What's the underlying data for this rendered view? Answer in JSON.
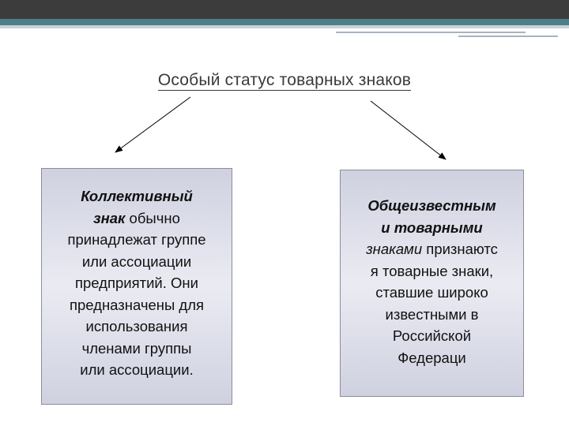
{
  "title": "Особый статус товарных знаков",
  "left_box": {
    "lines": [
      [
        {
          "text": "Коллективный",
          "style": "bi"
        }
      ],
      [
        {
          "text": "знак",
          "style": "bi"
        },
        {
          "text": " обычно",
          "style": "n"
        }
      ],
      [
        {
          "text": "принадлежат группе",
          "style": "n"
        }
      ],
      [
        {
          "text": "или ассоциации",
          "style": "n"
        }
      ],
      [
        {
          "text": "предприятий. Они",
          "style": "n"
        }
      ],
      [
        {
          "text": "предназначены для",
          "style": "n"
        }
      ],
      [
        {
          "text": "использования",
          "style": "n"
        }
      ],
      [
        {
          "text": "членами группы",
          "style": "n"
        }
      ],
      [
        {
          "text": "или ассоциации.",
          "style": "n"
        }
      ]
    ]
  },
  "right_box": {
    "lines": [
      [
        {
          "text": "Общеизвестным",
          "style": "bi"
        }
      ],
      [
        {
          "text": "и товарными",
          "style": "bi"
        }
      ],
      [
        {
          "text": "знаками",
          "style": "it"
        },
        {
          "text": " признаютс",
          "style": "n"
        }
      ],
      [
        {
          "text": "я товарные знаки,",
          "style": "n"
        }
      ],
      [
        {
          "text": "ставшие широко",
          "style": "n"
        }
      ],
      [
        {
          "text": "известными в",
          "style": "n"
        }
      ],
      [
        {
          "text": "Российской",
          "style": "n"
        }
      ],
      [
        {
          "text": "Федераци",
          "style": "n"
        }
      ]
    ]
  }
}
